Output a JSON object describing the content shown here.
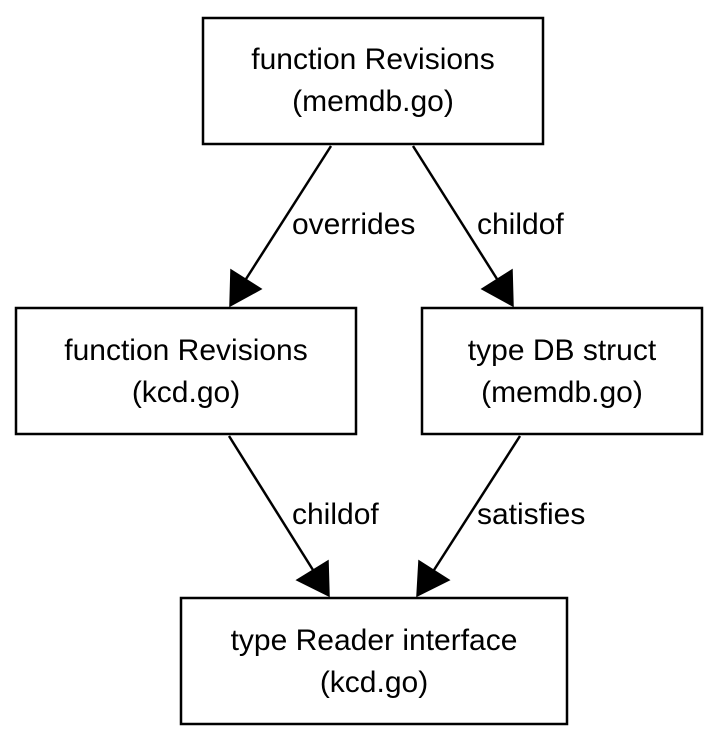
{
  "nodes": {
    "revisions_memdb": {
      "line1": "function Revisions",
      "line2": "(memdb.go)"
    },
    "revisions_kcd": {
      "line1": "function Revisions",
      "line2": "(kcd.go)"
    },
    "db_struct": {
      "line1": "type DB struct",
      "line2": "(memdb.go)"
    },
    "reader_interface": {
      "line1": "type Reader interface",
      "line2": "(kcd.go)"
    }
  },
  "edges": {
    "overrides": {
      "label": "overrides",
      "from": "revisions_memdb",
      "to": "revisions_kcd"
    },
    "childof_top": {
      "label": "childof",
      "from": "revisions_memdb",
      "to": "db_struct"
    },
    "childof_bottom": {
      "label": "childof",
      "from": "revisions_kcd",
      "to": "reader_interface"
    },
    "satisfies": {
      "label": "satisfies",
      "from": "db_struct",
      "to": "reader_interface"
    }
  }
}
